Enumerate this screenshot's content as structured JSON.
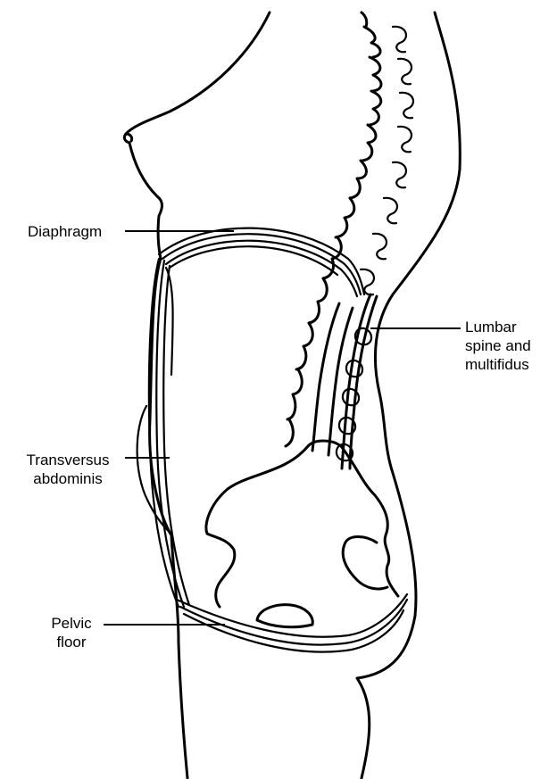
{
  "labels": {
    "diaphragm": [
      "Diaphragm"
    ],
    "lumbar": [
      "Lumbar",
      "spine and",
      "multifidus"
    ],
    "transversus": [
      "Transversus",
      "abdominis"
    ],
    "pelvic": [
      "Pelvic",
      "floor"
    ]
  },
  "colors": {
    "ink": "#000000",
    "background": "#ffffff"
  }
}
